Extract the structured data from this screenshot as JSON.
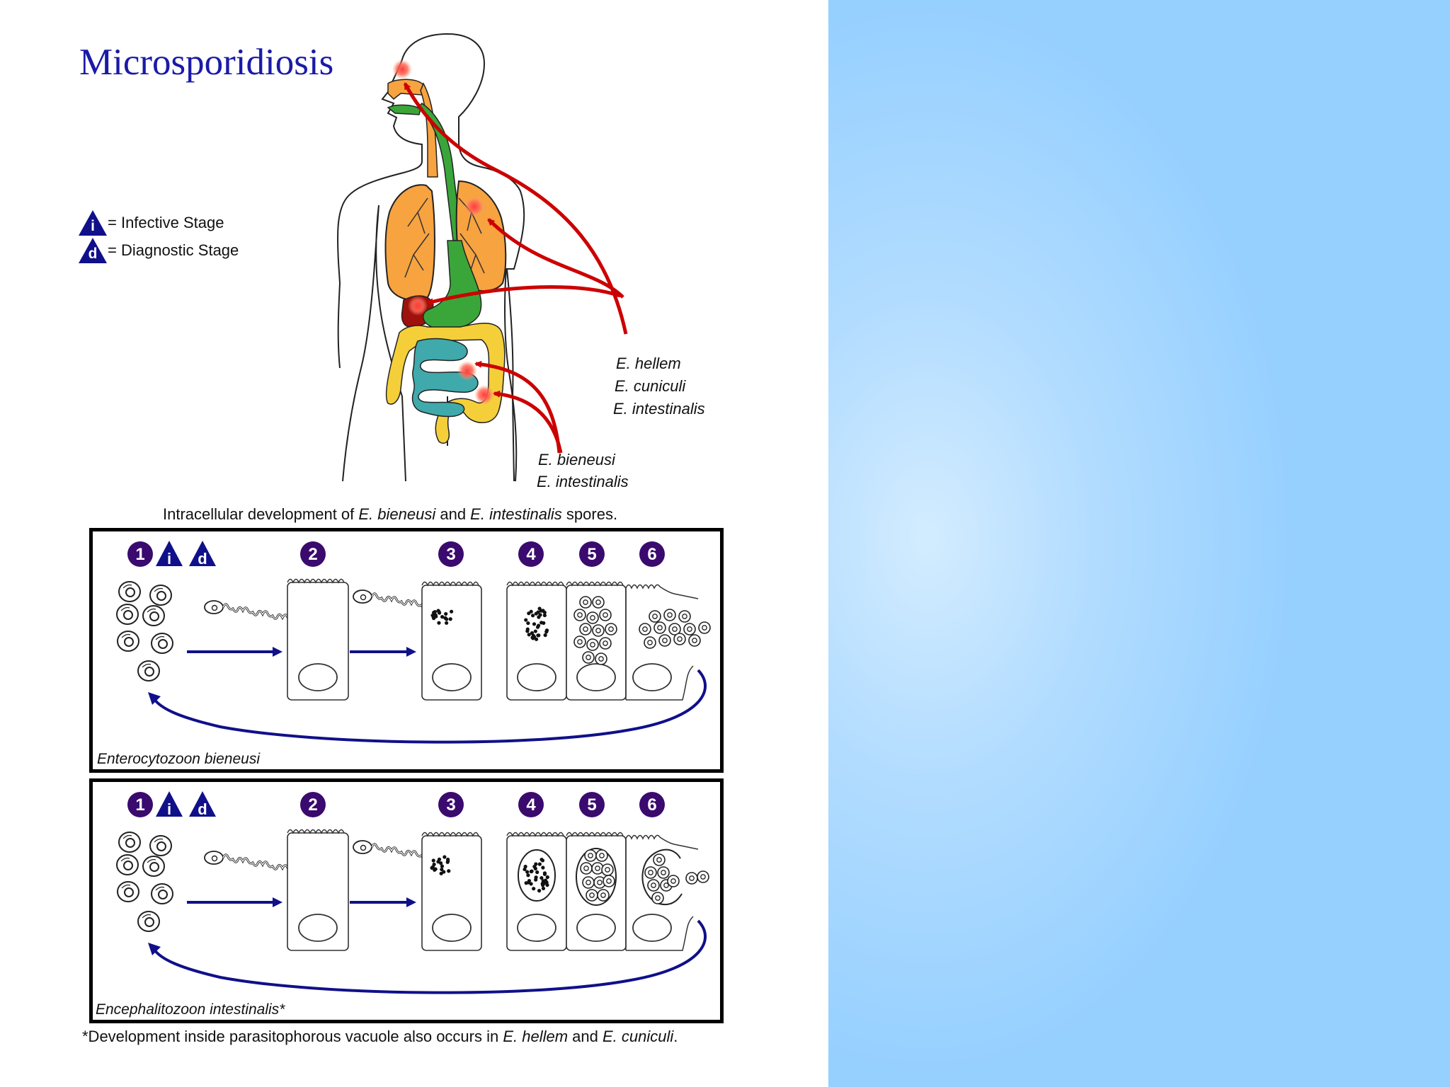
{
  "title": "Microsporidiosis",
  "legend": {
    "infective": {
      "letter": "i",
      "label": "= Infective Stage"
    },
    "diagnostic": {
      "letter": "d",
      "label": "= Diagnostic Stage"
    }
  },
  "species_upper": [
    "E. hellem",
    "E. cuniculi",
    "E. intestinalis"
  ],
  "species_lower": [
    "E. bieneusi",
    "E. intestinalis"
  ],
  "caption_top": {
    "before": "Intracellular development of ",
    "sp1": "E. bieneusi",
    "mid": " and ",
    "sp2": "E. intestinalis",
    "after": " spores."
  },
  "panels": [
    {
      "label": "Enterocytozoon bieneusi",
      "steps": [
        "1",
        "2",
        "3",
        "4",
        "5",
        "6"
      ],
      "badges": [
        "i",
        "d"
      ]
    },
    {
      "label": "Encephalitozoon intestinalis*",
      "steps": [
        "1",
        "2",
        "3",
        "4",
        "5",
        "6"
      ],
      "badges": [
        "i",
        "d"
      ]
    }
  ],
  "footnote": {
    "before": "*Development inside parasitophorous vacuole also occurs in ",
    "sp1": "E. hellem",
    "mid": " and ",
    "sp2": "E. cuniculi",
    "after": "."
  },
  "colors": {
    "title": "#1a1aa8",
    "navy": "#10108a",
    "purple": "#3a0a6e",
    "red": "#cc0000",
    "lung": "#f7a340",
    "intestine_large": "#f5cf3a",
    "intestine_small": "#3fa9ab",
    "esophagus": "#3aa63a",
    "liver": "#a0100c",
    "background_blue": "#96d0ff"
  }
}
